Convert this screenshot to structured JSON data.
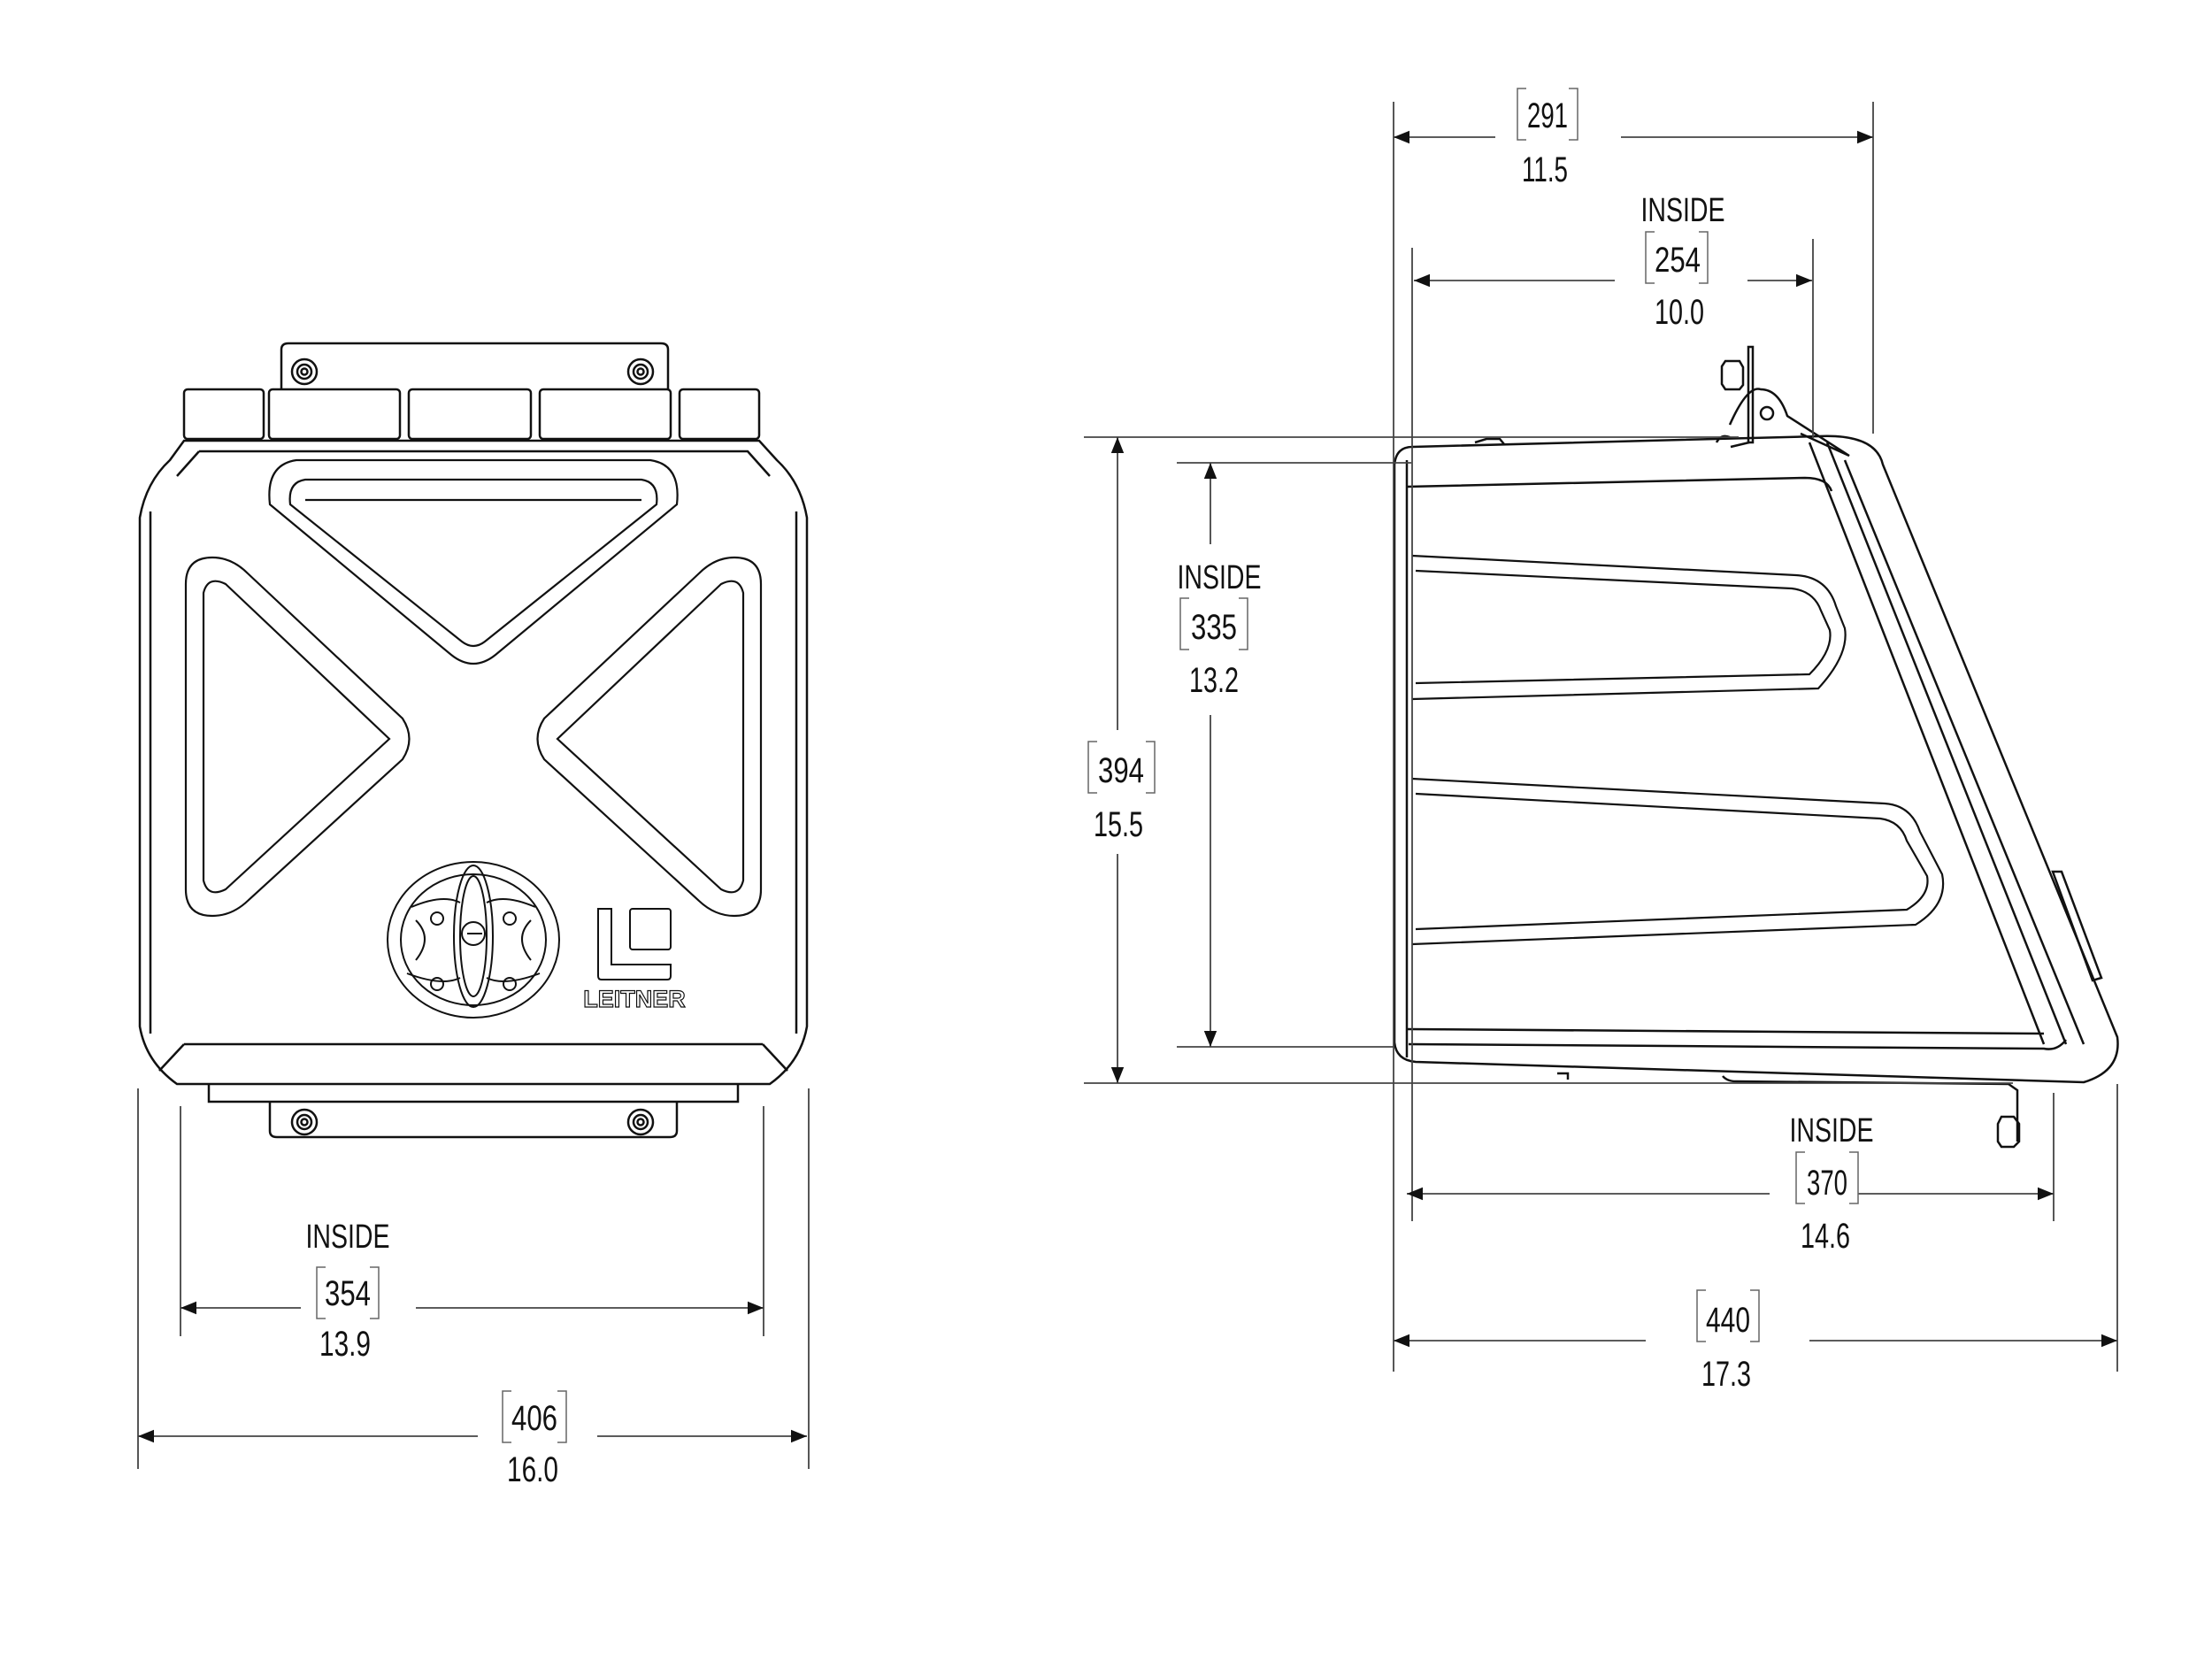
{
  "drawing": {
    "brand": "LEITNER",
    "views": [
      "front",
      "side"
    ]
  },
  "front_view": {
    "inside_width": {
      "label": "INSIDE",
      "mm": "354",
      "in": "13.9"
    },
    "outside_width": {
      "mm": "406",
      "in": "16.0"
    }
  },
  "side_view": {
    "top_depth": {
      "mm": "291",
      "in": "11.5"
    },
    "inside_top_depth": {
      "label": "INSIDE",
      "mm": "254",
      "in": "10.0"
    },
    "outside_height": {
      "mm": "394",
      "in": "15.5"
    },
    "inside_height": {
      "label": "INSIDE",
      "mm": "335",
      "in": "13.2"
    },
    "inside_bottom_depth": {
      "label": "INSIDE",
      "mm": "370",
      "in": "14.6"
    },
    "bottom_depth": {
      "mm": "440",
      "in": "17.3"
    }
  },
  "colors": {
    "line": "#111111",
    "dim_line": "#555555",
    "background": "#ffffff"
  }
}
